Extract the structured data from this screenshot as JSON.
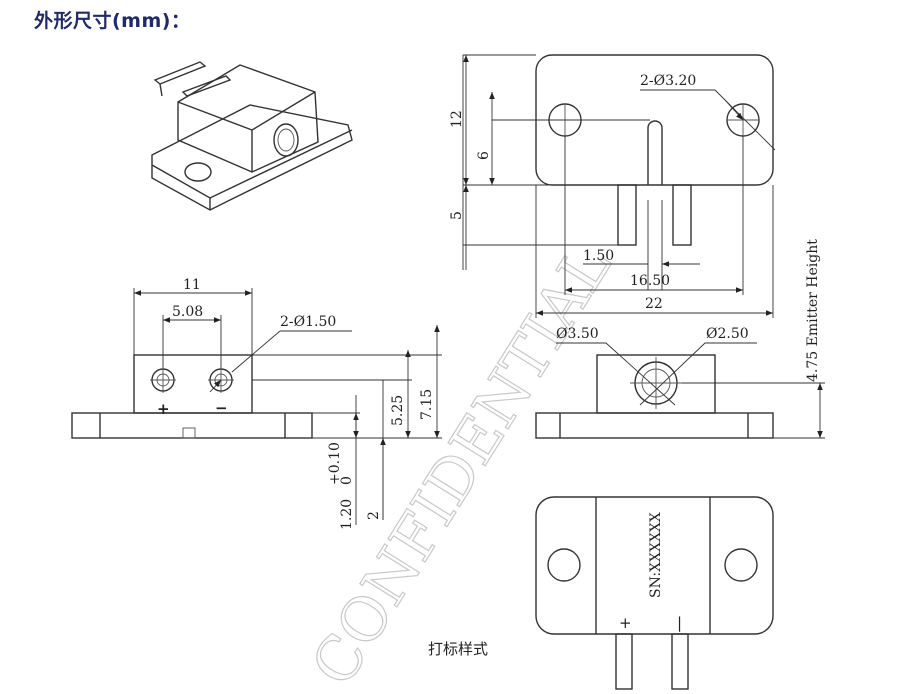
{
  "title": "外形尺寸(mm)：",
  "caption": "打标样式",
  "marking": "SN:XXXXXX",
  "watermark": "CONFIDENTIAL",
  "colors": {
    "title": "#1f2a6b",
    "line": "#333333"
  },
  "dims": {
    "top": {
      "hole_spec": "2-Ø3.20",
      "height_12": "12",
      "height_6": "6",
      "height_5": "5",
      "pin_gap": "1.50",
      "hole_spacing": "16.50",
      "width": "22"
    },
    "front": {
      "width_11": "11",
      "pin_spacing": "5.08",
      "pin_spec": "2-Ø1.50",
      "h_525": "5.25",
      "h_715": "7.15",
      "base": "1.20",
      "tol_upper": "+0.10",
      "tol_lower": "0",
      "base_2": "2",
      "plus": "+",
      "minus": "−"
    },
    "side": {
      "d350": "Ø3.50",
      "d250": "Ø2.50",
      "emitter": "4.75 Emitter Height"
    }
  },
  "marking_pins": {
    "plus": "+",
    "minus": "|"
  }
}
